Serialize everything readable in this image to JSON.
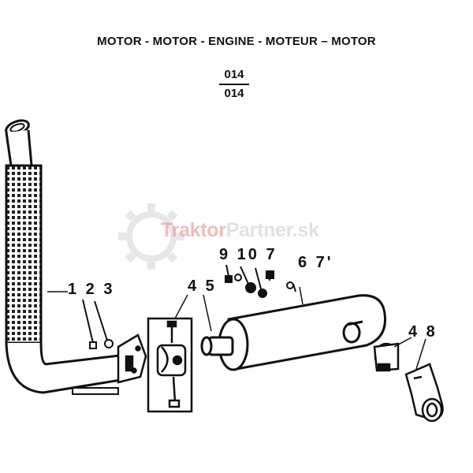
{
  "header": {
    "title": "MOTOR - MOTOR - ENGINE - MOTEUR – MOTOR",
    "code_top": "014",
    "code_bottom": "014"
  },
  "watermark": {
    "part1": "Traktor",
    "part2": "Partner.sk"
  },
  "callouts": {
    "exhaust_pipe": "1 2 3",
    "clamp_group": "4 5",
    "bolt_group": "9 10 7",
    "washer_group": "6 7'",
    "elbow_group": "4 8"
  }
}
